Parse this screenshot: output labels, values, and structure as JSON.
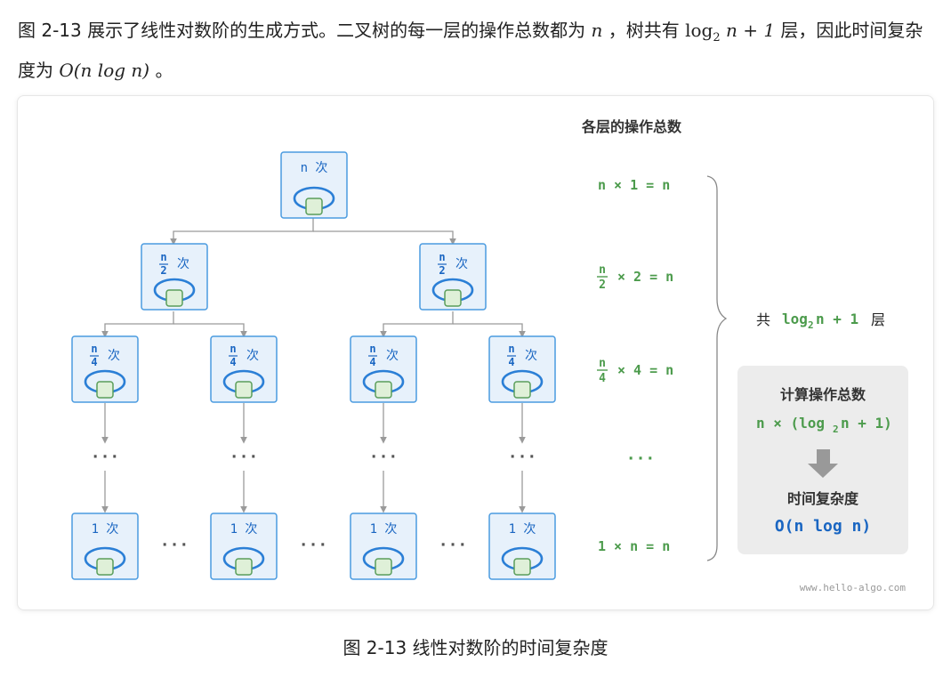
{
  "intro": {
    "part1": "图 2-13 展示了线性对数阶的生成方式。二叉树的每一层的操作总数都为",
    "n": "n",
    "part2": "，树共有",
    "log": "log",
    "log_base": "2",
    "plus_one": "n + 1",
    "part3": "层，因此时间复杂度为",
    "big_o": "O(n log n)",
    "part4": "。"
  },
  "figure": {
    "header": "各层的操作总数",
    "node_labels": {
      "root": "n 次",
      "half_num": "n",
      "half_den": "2",
      "quarter_num": "n",
      "quarter_den": "4",
      "ci": "次",
      "leaf": "1 次"
    },
    "ellipsis": "···",
    "rows": {
      "r1": "n × 1 = n",
      "r2_num": "n",
      "r2_den": "2",
      "r2_rest": "× 2 = n",
      "r3_num": "n",
      "r3_den": "4",
      "r3_rest": "× 4 = n",
      "r4": "1 × n = n"
    },
    "total_layers": {
      "prefix": "共",
      "log": "log",
      "base": "2",
      "expr": "n + 1",
      "suffix": "层"
    },
    "summary_box": {
      "title": "计算操作总数",
      "formula_pre": "n × (log",
      "formula_base": "2",
      "formula_post": "n + 1)",
      "complexity_title": "时间复杂度",
      "complexity": "O(n log n)"
    },
    "watermark": "www.hello-algo.com",
    "colors": {
      "node_border": "#4a9be0",
      "node_fill": "#e7f1fb",
      "loop": "#2b7fd6",
      "inner_fill": "#dff0d8",
      "green_text": "#4c9b4c",
      "blue_text": "#1a66c2"
    }
  },
  "caption": "图 2-13   线性对数阶的时间复杂度"
}
